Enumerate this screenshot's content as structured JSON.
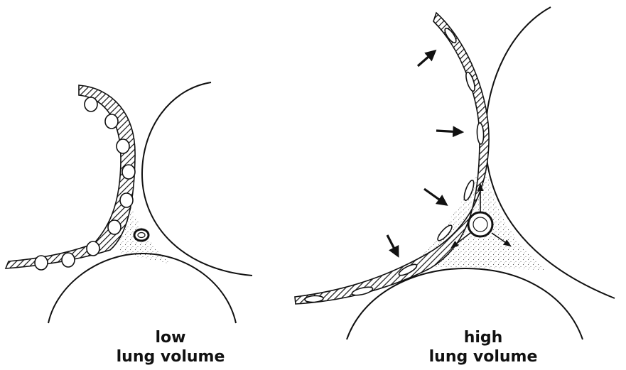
{
  "panels": [
    {
      "id": "low",
      "caption_line1": "low",
      "caption_line2": "lung volume"
    },
    {
      "id": "high",
      "caption_line1": "high",
      "caption_line2": "lung volume"
    }
  ],
  "colors": {
    "ink": "#111111",
    "background": "#ffffff",
    "stipple": "#555555"
  }
}
